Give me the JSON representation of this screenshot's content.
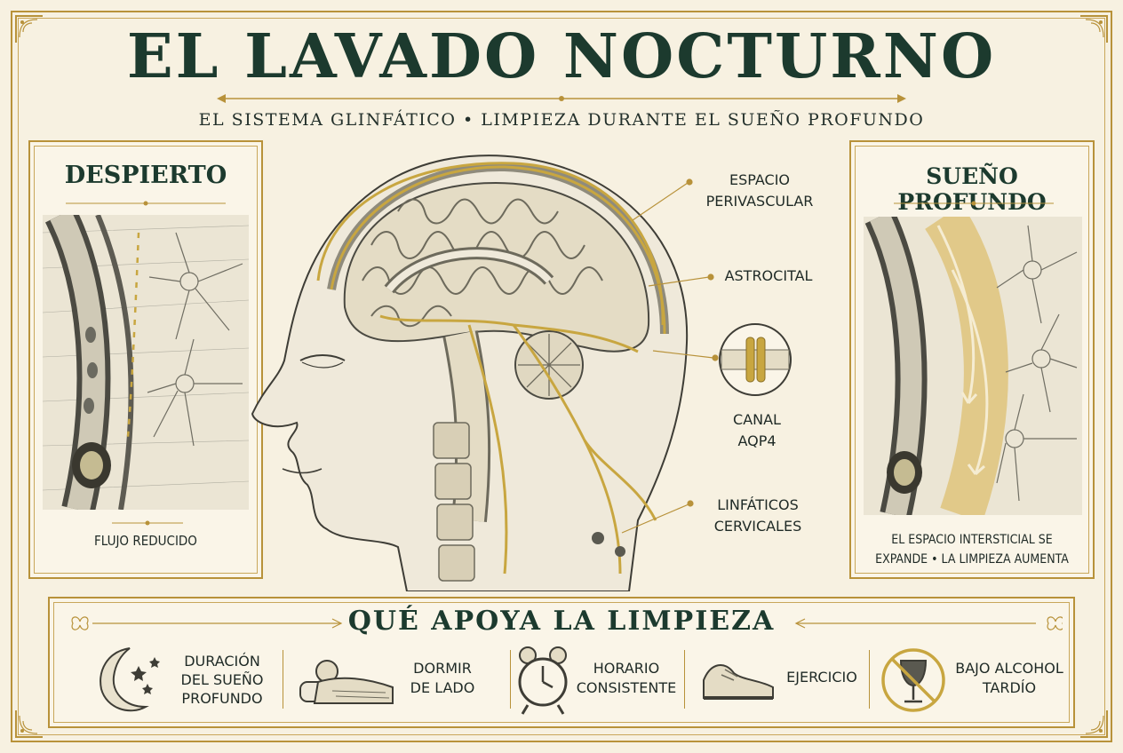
{
  "title": "EL LAVADO NOCTURNO",
  "subtitle": "EL SISTEMA GLINFÁTICO • LIMPIEZA DURANTE EL SUEÑO PROFUNDO",
  "colors": {
    "gold": "#c8a640",
    "frame": "#b8923a",
    "ink": "#1c3a2e",
    "paper": "#f7f1e1"
  },
  "left_panel": {
    "title": "DESPIERTO",
    "caption": "FLUJO REDUCIDO"
  },
  "right_panel": {
    "title": "SUEÑO PROFUNDO",
    "caption_line1": "EL ESPACIO INTERSTICIAL SE",
    "caption_line2": "EXPANDE • LA LIMPIEZA AUMENTA"
  },
  "labels": {
    "perivascular_1": "ESPACIO",
    "perivascular_2": "PERIVASCULAR",
    "astrocital": "ASTROCITAL",
    "canal_1": "CANAL",
    "canal_2": "AQP4",
    "linfaticos_1": "LINFÁTICOS",
    "linfaticos_2": "CERVICALES"
  },
  "support": {
    "title": "QUÉ APOYA LA LIMPIEZA",
    "tips": [
      {
        "icon": "moon-icon",
        "line1": "DURACIÓN",
        "line2": "DEL SUEÑO",
        "line3": "PROFUNDO"
      },
      {
        "icon": "side-sleeper-icon",
        "line1": "DORMIR",
        "line2": "DE LADO",
        "line3": ""
      },
      {
        "icon": "alarm-clock-icon",
        "line1": "HORARIO",
        "line2": "CONSISTENTE",
        "line3": ""
      },
      {
        "icon": "sneaker-icon",
        "line1": "EJERCICIO",
        "line2": "",
        "line3": ""
      },
      {
        "icon": "no-alcohol-icon",
        "line1": "BAJO ALCOHOL",
        "line2": "TARDÍO",
        "line3": ""
      }
    ]
  }
}
